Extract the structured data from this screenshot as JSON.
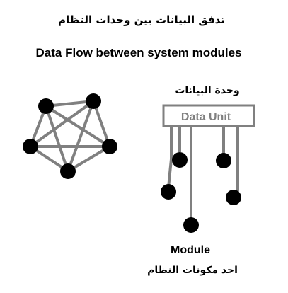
{
  "title_arabic": "تدفق البيانات بين وحدات النظام",
  "title_english": "Data Flow between system modules",
  "data_unit": {
    "label_arabic": "وحدة البيانات",
    "label_english": "Data Unit"
  },
  "module": {
    "label_english": "Module",
    "label_arabic": "احد مكونات النظام"
  },
  "colors": {
    "node": "#000000",
    "edge": "#808080",
    "box_border": "#808080",
    "text": "#000000"
  }
}
